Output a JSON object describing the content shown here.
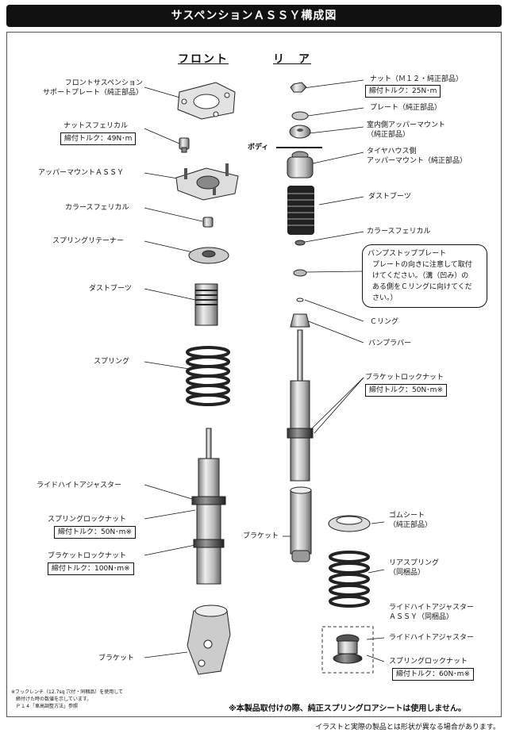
{
  "title": "サスペンションＡＳＳＹ構成図",
  "headers": {
    "front": "フロント",
    "rear": "リ　ア"
  },
  "front": {
    "support_plate": "フロントサスペンション\nサポートプレート（純正部品）",
    "nut_spherical": "ナットスフェリカル",
    "nut_spherical_torque": "締付トルク：49N･m",
    "upper_mount": "アッパーマウントＡＳＳＹ",
    "collar_spherical": "カラースフェリカル",
    "spring_retainer": "スプリングリテーナー",
    "dust_boot": "ダストブーツ",
    "spring": "スプリング",
    "ride_height_adjuster": "ライドハイトアジャスター",
    "spring_lock_nut": "スプリングロックナット",
    "spring_lock_nut_torque": "締付トルク：50N･m※",
    "bracket_lock_nut": "ブラケットロックナット",
    "bracket_lock_nut_torque": "締付トルク：100N･m※",
    "bracket": "ブラケット"
  },
  "rear": {
    "nut": "ナット（Ｍ１２・純正部品）",
    "nut_torque": "締付トルク：25N･m",
    "plate": "プレート（純正部品）",
    "cabin_upper_mount": "室内側アッパーマウント\n（純正部品）",
    "body": "ボディ",
    "tirehouse_upper_mount": "タイヤハウス側\nアッパーマウント（純正部品）",
    "dust_boot": "ダストブーツ",
    "collar_spherical": "カラースフェリカル",
    "bump_stop_plate": "バンプストッププレート",
    "bump_stop_note": "プレートの向きに注意して取付\nけてください。（溝（凹み）の\nある側をＣリングに向けてくだ\nさい。）",
    "c_ring": "Ｃリング",
    "bump_rubber": "バンプラバー",
    "bracket_lock_nut": "ブラケットロックナット",
    "bracket_lock_nut_torque": "締付トルク：50N･m※",
    "bracket": "ブラケット",
    "rubber_seat": "ゴムシート\n（純正部品）",
    "rear_spring": "リアスプリング\n（同梱品）",
    "ride_height_adjuster_assy": "ライドハイトアジャスター\nＡＳＳＹ（同梱品）",
    "ride_height_adjuster": "ライドハイトアジャスター",
    "spring_lock_nut": "スプリングロックナット",
    "spring_lock_nut_torque": "締付トルク：60N･m※"
  },
  "footnote": "※フックレンチ（12.7sq 穴付・同梱品）を使用して\n　締付けた時の数値を示しています。\n　Ｐ１４「車高調整方法」参照",
  "notice": "※本製品取付けの際、純正スプリングロアシートは使用しません。",
  "disclaimer": "イラストと実際の製品とは形状が異なる場合があります。"
}
